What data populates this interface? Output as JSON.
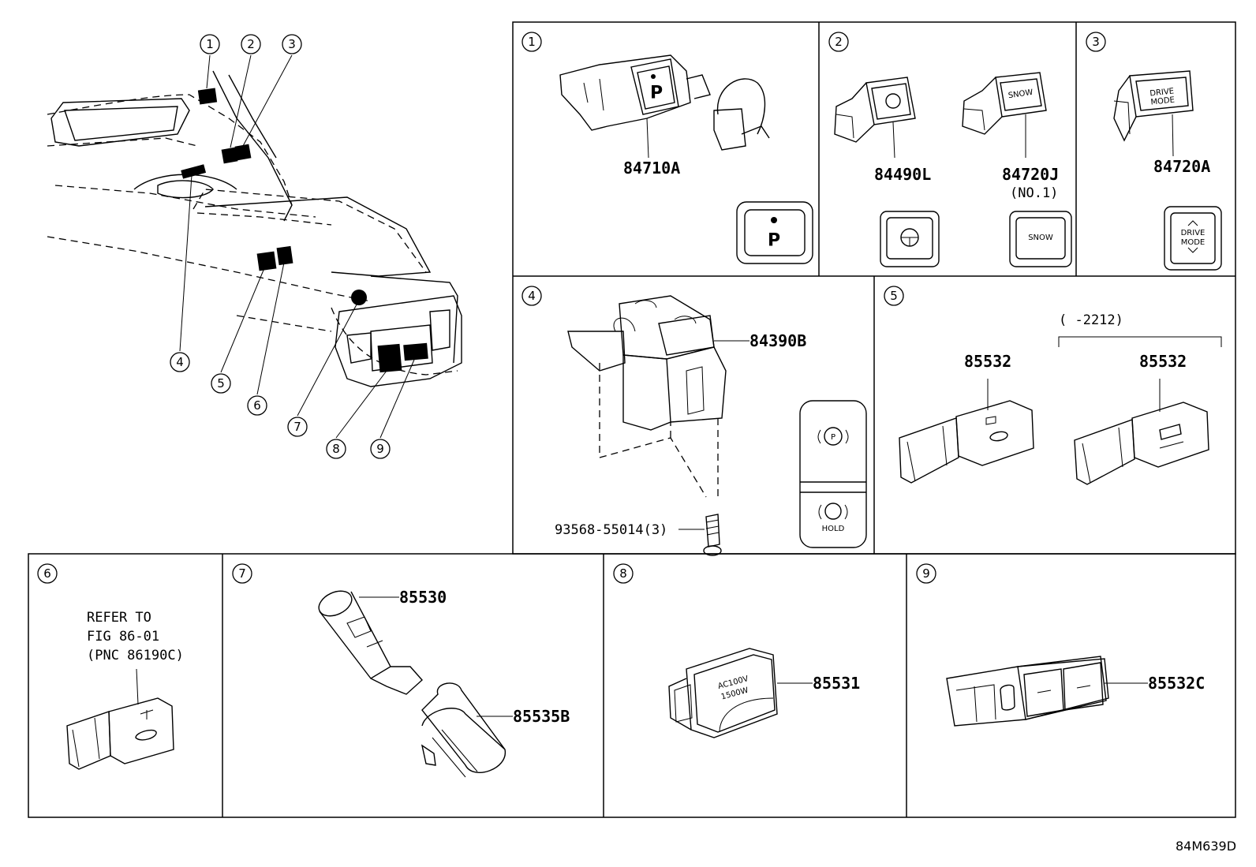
{
  "overview": {
    "callouts": [
      "1",
      "2",
      "3",
      "4",
      "5",
      "6",
      "7",
      "8",
      "9"
    ]
  },
  "panels": [
    {
      "num": "1",
      "parts": [
        "84710A"
      ],
      "button_text": "P"
    },
    {
      "num": "2",
      "parts": [
        "84490L",
        "84720J"
      ],
      "sub_note": "(NO.1)",
      "button_text": "SNOW"
    },
    {
      "num": "3",
      "parts": [
        "84720A"
      ],
      "button_text": "DRIVE MODE"
    },
    {
      "num": "4",
      "parts": [
        "84390B",
        "93568-55014(3)"
      ],
      "button_text": "HOLD"
    },
    {
      "num": "5",
      "parts": [
        "85532",
        "85532"
      ],
      "range_note": "(    -2212)"
    },
    {
      "num": "6",
      "note_lines": [
        "REFER TO",
        "FIG 86-01",
        "(PNC 86190C)"
      ]
    },
    {
      "num": "7",
      "parts": [
        "85530",
        "85535B"
      ]
    },
    {
      "num": "8",
      "parts": [
        "85531"
      ],
      "button_text_lines": [
        "AC100V",
        "1500W"
      ]
    },
    {
      "num": "9",
      "parts": [
        "85532C"
      ]
    }
  ],
  "figure_id": "84M639D"
}
